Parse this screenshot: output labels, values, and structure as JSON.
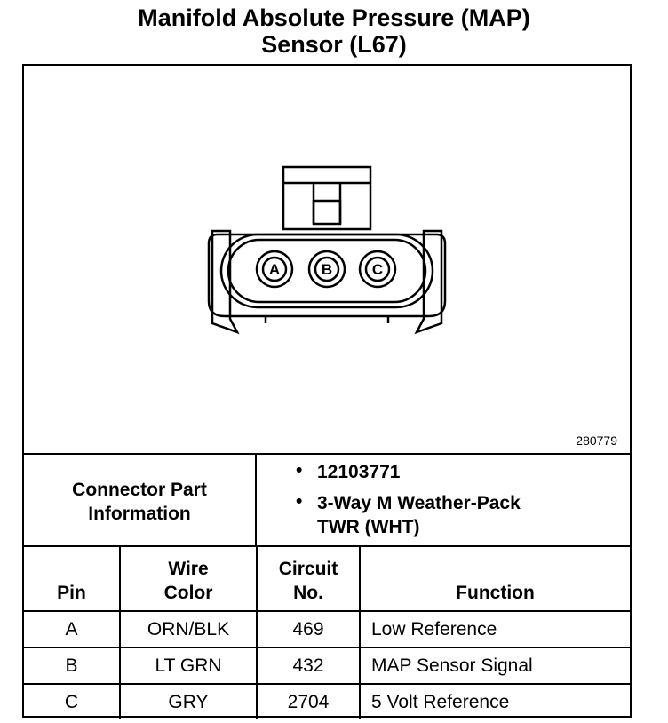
{
  "title": {
    "line1": "Manifold Absolute Pressure (MAP)",
    "line2": "Sensor (L67)"
  },
  "diagram": {
    "figure_id": "280779",
    "pins": [
      "A",
      "B",
      "C"
    ]
  },
  "connector": {
    "label_line1": "Connector Part",
    "label_line2": "Information",
    "items": [
      {
        "line1": "12103771",
        "line2": ""
      },
      {
        "line1": "3-Way M Weather-Pack",
        "line2": "TWR (WHT)"
      }
    ]
  },
  "table": {
    "headers": {
      "pin": "Pin",
      "wire_line1": "Wire",
      "wire_line2": "Color",
      "circuit_line1": "Circuit",
      "circuit_line2": "No.",
      "function": "Function"
    },
    "rows": [
      {
        "pin": "A",
        "color": "ORN/BLK",
        "circuit": "469",
        "function": "Low Reference"
      },
      {
        "pin": "B",
        "color": "LT GRN",
        "circuit": "432",
        "function": "MAP Sensor Signal"
      },
      {
        "pin": "C",
        "color": "GRY",
        "circuit": "2704",
        "function": "5 Volt Reference"
      }
    ]
  }
}
